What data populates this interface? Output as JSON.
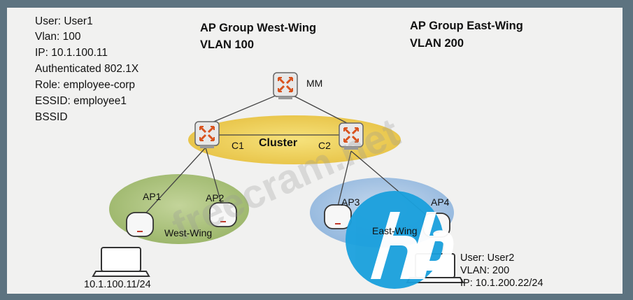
{
  "user1": {
    "user": "User: User1",
    "vlan": "Vlan: 100",
    "ip": "IP: 10.1.100.11",
    "auth": "Authenticated 802.1X",
    "role": "Role: employee-corp",
    "essid": "ESSID: employee1",
    "bssid": "BSSID"
  },
  "groups": {
    "west_title": "AP Group West-Wing",
    "west_vlan": "VLAN 100",
    "east_title": "AP Group East-Wing",
    "east_vlan": "VLAN 200"
  },
  "nodes": {
    "mm": "MM",
    "c1": "C1",
    "c2": "C2",
    "cluster": "Cluster",
    "ap1": "AP1",
    "ap2": "AP2",
    "ap3": "AP3",
    "ap4": "AP4",
    "west_wing": "West-Wing",
    "east_wing": "East-Wing"
  },
  "laptop1": {
    "ip": "10.1.100.11/24"
  },
  "user2": {
    "user": "User: User2",
    "vlan": "VLAN: 200",
    "ip": "IP: 10.1.200.22/24"
  },
  "watermark": "freecram.net",
  "colors": {
    "cluster_fill": "#f1d35a",
    "west_fill": "#a9c07e",
    "east_fill": "#a8c6e2",
    "hp_blue": "#1aa0dd",
    "frame": "#5d7380"
  }
}
